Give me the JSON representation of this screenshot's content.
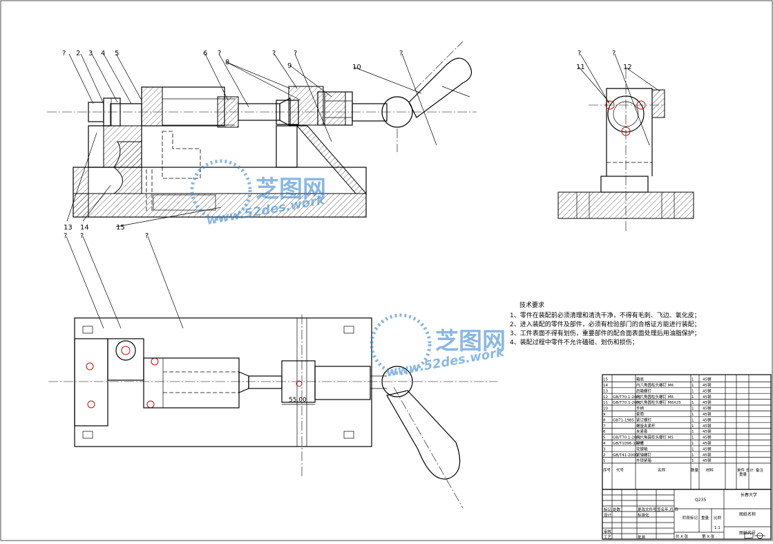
{
  "drawing": {
    "part_labels_section": [
      "?",
      "2",
      "3",
      "4",
      "5",
      "6",
      "?",
      "8",
      "?",
      "?",
      "9",
      "10",
      "?"
    ],
    "part_labels_side": [
      "?",
      "11",
      "?",
      "12"
    ],
    "part_labels_lower": [
      "13",
      "14",
      "15"
    ],
    "part_labels_plan": [
      "?",
      "?",
      "?"
    ],
    "dimension": "55.00"
  },
  "watermark": {
    "brand": "芝图网",
    "url": "www.52des.work"
  },
  "requirements": {
    "title": "技术要求",
    "items": [
      "1、零件在装配前必须清理和清洗干净，不得有毛刺、飞边、氧化皮；",
      "2、进入装配的零件及部件，必须有检验部门的合格证方能进行装配；",
      "3、工件表面不得有划伤，重要部件的配合面表面处理后用油脂保护；",
      "4、装配过程中零件不允许磕碰、划伤和损伤；"
    ]
  },
  "bom": {
    "rows": [
      {
        "no": "15",
        "code": "",
        "name": "箱底",
        "qty": "1",
        "mat": "45钢"
      },
      {
        "no": "14",
        "code": "",
        "name": "内六角圆柱头螺钉 M6",
        "qty": "1",
        "mat": "45钢"
      },
      {
        "no": "13",
        "code": "",
        "name": "启箱螺钉",
        "qty": "1",
        "mat": "45钢"
      },
      {
        "no": "12",
        "code": "GB/T70.1-2000",
        "name": "内六角圆柱头螺钉 M6",
        "qty": "1",
        "mat": "45钢"
      },
      {
        "no": "11",
        "code": "GB/T70.1-2000",
        "name": "内六角圆柱头螺钉 M6X25",
        "qty": "1",
        "mat": "45钢"
      },
      {
        "no": "10",
        "code": "",
        "name": "手柄",
        "qty": "1",
        "mat": "45钢"
      },
      {
        "no": "9",
        "code": "",
        "name": "套筒",
        "qty": "1",
        "mat": "45钢"
      },
      {
        "no": "8",
        "code": "GB71-1985",
        "name": "紧订螺钉",
        "qty": "1",
        "mat": "45钢"
      },
      {
        "no": "7",
        "code": "",
        "name": "螺旋夹紧杆",
        "qty": "1",
        "mat": "45钢"
      },
      {
        "no": "6",
        "code": "",
        "name": "夹紧套",
        "qty": "1",
        "mat": "45钢"
      },
      {
        "no": "5",
        "code": "GB/T70.1-2000",
        "name": "内六角圆柱头螺钉 M5",
        "qty": "1",
        "mat": "45钢"
      },
      {
        "no": "4",
        "code": "GB/T1096-1979",
        "name": "键槽",
        "qty": "1",
        "mat": "45钢"
      },
      {
        "no": "3",
        "code": "",
        "name": "花键轴",
        "qty": "1",
        "mat": "45钢"
      },
      {
        "no": "2",
        "code": "GB/T41-2000",
        "name": "紧轴螺钉",
        "qty": "1",
        "mat": "45钢"
      },
      {
        "no": "1",
        "code": "",
        "name": "外锁紧箱",
        "qty": "1",
        "mat": "45钢"
      }
    ],
    "header": {
      "no": "序号",
      "code": "代号",
      "name": "名称",
      "qty": "数量",
      "mat": "材料",
      "unit": "单件 总计",
      "weight": "重量",
      "remark": "备注"
    }
  },
  "title_block": {
    "material": "Q235",
    "school": "长春大学",
    "drawing_name": "图纸名称",
    "drawing_code": "图纸代号",
    "scale": "1:1",
    "stage_mark": "阶段标记",
    "weight": "重量",
    "scale_label": "比例",
    "mark": "标记",
    "count": "处数",
    "design": "设计",
    "review": "审核",
    "process": "工艺",
    "standard": "标准化",
    "approve": "批准",
    "sheets": "共 X 张",
    "sheet_no": "第 X 张",
    "change_doc": "更改文件号",
    "sign": "签名",
    "date": "年.月.日"
  }
}
